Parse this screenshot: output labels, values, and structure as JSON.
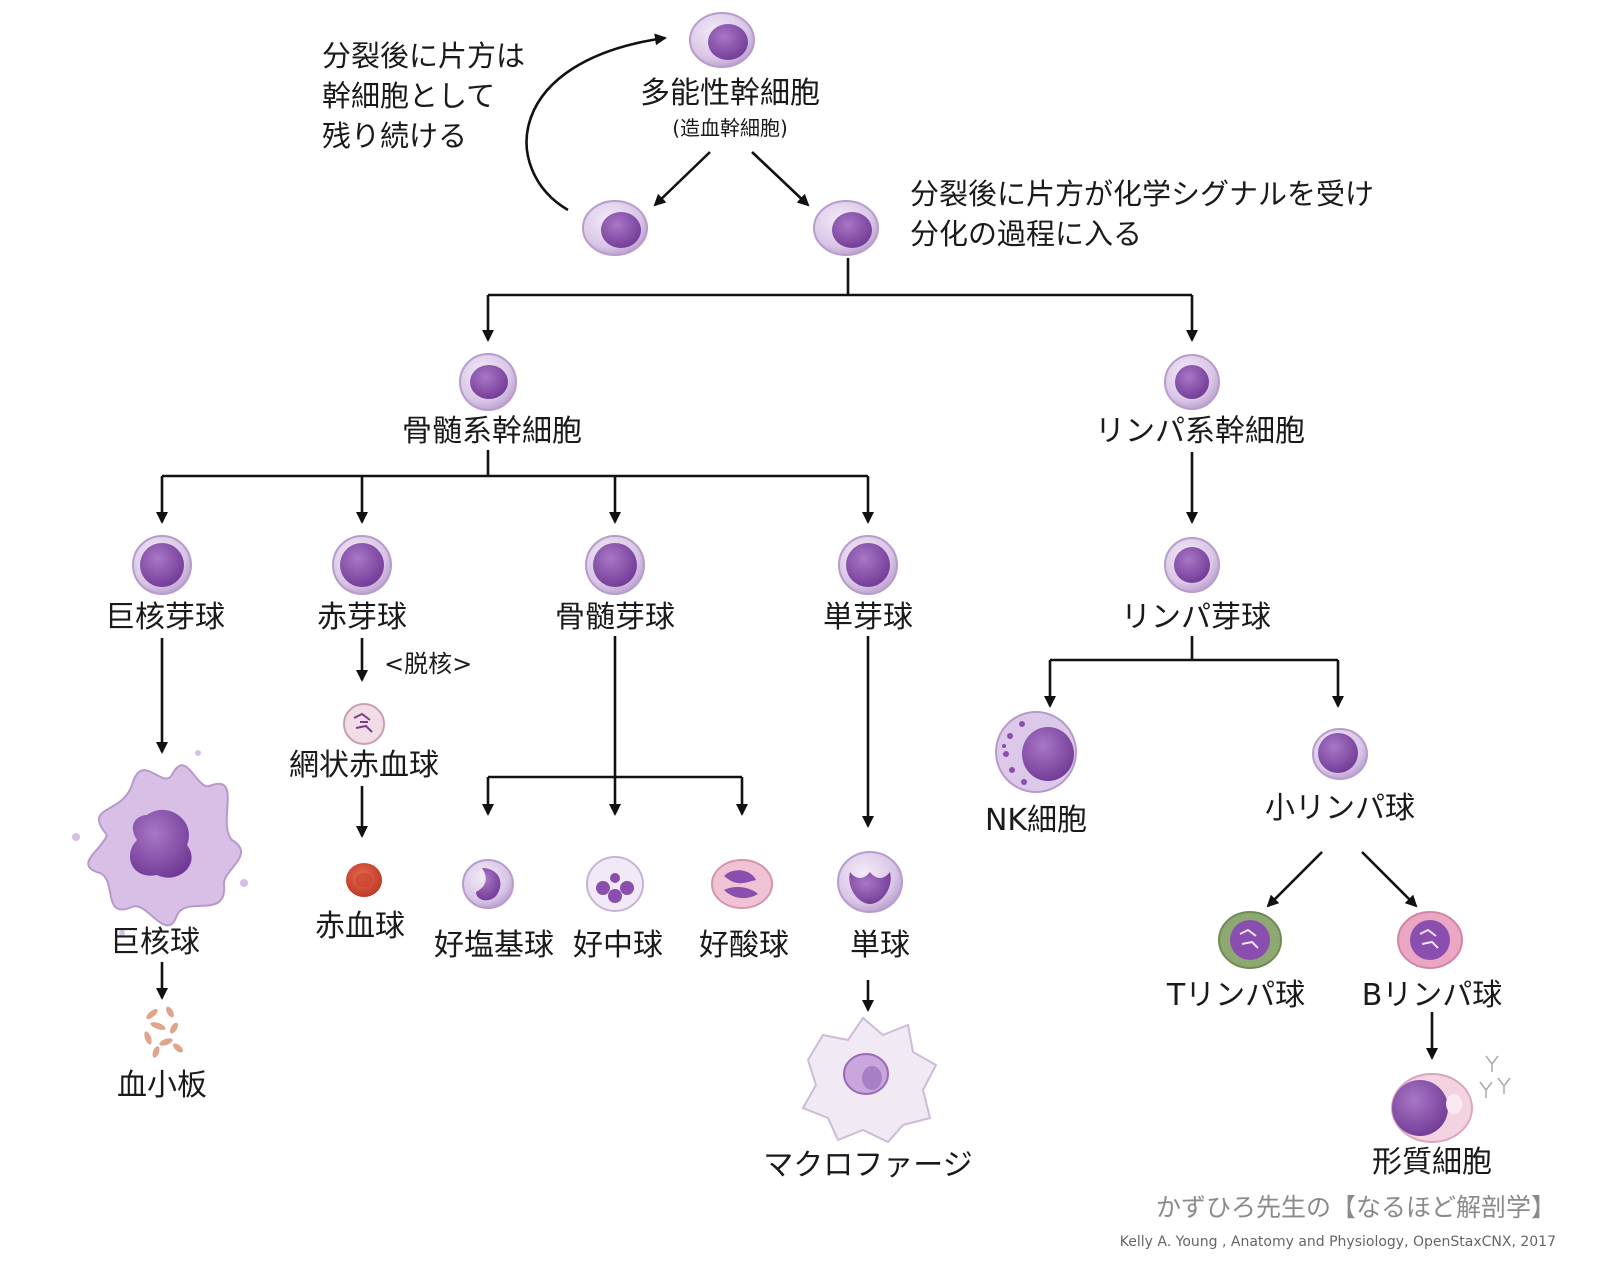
{
  "stem": {
    "label": "多能性幹細胞",
    "sub": "(造血幹細胞)"
  },
  "note_left": [
    "分裂後に片方は",
    "幹細胞として",
    "残り続ける"
  ],
  "note_right": [
    "分裂後に片方が化学シグナルを受け",
    "分化の過程に入る"
  ],
  "myeloid_stem": "骨髄系幹細胞",
  "lymphoid_stem": "リンパ系幹細胞",
  "megakaryoblast": "巨核芽球",
  "proerythroblast": "赤芽球",
  "enucleation": "<脱核>",
  "myeloblast": "骨髄芽球",
  "monoblast": "単芽球",
  "lymphoblast": "リンパ芽球",
  "megakaryocyte": "巨核球",
  "platelets": "血小板",
  "reticulocyte": "網状赤血球",
  "erythrocyte": "赤血球",
  "basophil": "好塩基球",
  "neutrophil": "好中球",
  "eosinophil": "好酸球",
  "monocyte": "単球",
  "macrophage": "マクロファージ",
  "nk_cell": "NK細胞",
  "small_lymphocyte": "小リンパ球",
  "t_lymphocyte": "Tリンパ球",
  "b_lymphocyte": "Bリンパ球",
  "plasma_cell": "形質細胞",
  "credit_main": "かずひろ先生の【なるほど解剖学】",
  "credit_source": "Kelly A. Young , Anatomy and Physiology, OpenStaxCNX, 2017",
  "colors": {
    "cell_body": "#d9c6e6",
    "cell_rim": "#b79ccc",
    "nucleus": "#8a4fae",
    "rbc": "#d84a32",
    "t_cell": "#8ea872",
    "b_cell": "#e9a4c2",
    "eosinophil": "#e07aa0",
    "line": "#111111"
  }
}
